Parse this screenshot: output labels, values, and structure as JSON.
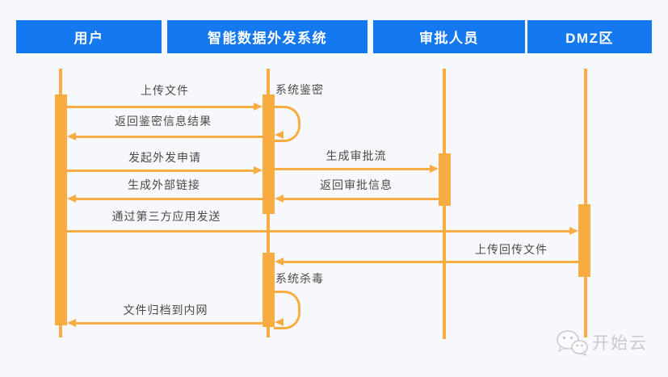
{
  "diagram_type": "sequence-diagram",
  "colors": {
    "canvas-bg": "#f7f8fb",
    "header-bg": "#1478f0",
    "header-text": "#ffffff",
    "lifeline": "#f8ac42",
    "message-text": "#4a4a4a",
    "watermark": "#c7cad1"
  },
  "actors": [
    {
      "label": "用户"
    },
    {
      "label": "智能数据外发系统"
    },
    {
      "label": "审批人员"
    },
    {
      "label": "DMZ区"
    }
  ],
  "messages": [
    {
      "label": "上传文件",
      "from": "用户",
      "to": "智能数据外发系统",
      "type": "arrow-right"
    },
    {
      "label": "系统鉴密",
      "from": "智能数据外发系统",
      "to": "智能数据外发系统",
      "type": "self-loop"
    },
    {
      "label": "返回鉴密信息结果",
      "from": "智能数据外发系统",
      "to": "用户",
      "type": "arrow-left"
    },
    {
      "label": "发起外发申请",
      "from": "用户",
      "to": "智能数据外发系统",
      "type": "arrow-right"
    },
    {
      "label": "生成审批流",
      "from": "智能数据外发系统",
      "to": "审批人员",
      "type": "arrow-right"
    },
    {
      "label": "返回审批信息",
      "from": "审批人员",
      "to": "智能数据外发系统",
      "type": "arrow-left"
    },
    {
      "label": "生成外部链接",
      "from": "智能数据外发系统",
      "to": "用户",
      "type": "arrow-left"
    },
    {
      "label": "通过第三方应用发送",
      "from": "用户",
      "to": "DMZ区",
      "type": "arrow-right"
    },
    {
      "label": "上传回传文件",
      "from": "DMZ区",
      "to": "智能数据外发系统",
      "type": "arrow-left"
    },
    {
      "label": "系统杀毒",
      "from": "智能数据外发系统",
      "to": "智能数据外发系统",
      "type": "self-loop"
    },
    {
      "label": "文件归档到内网",
      "from": "智能数据外发系统",
      "to": "用户",
      "type": "arrow-left"
    }
  ],
  "watermark": {
    "label": "开始云"
  }
}
